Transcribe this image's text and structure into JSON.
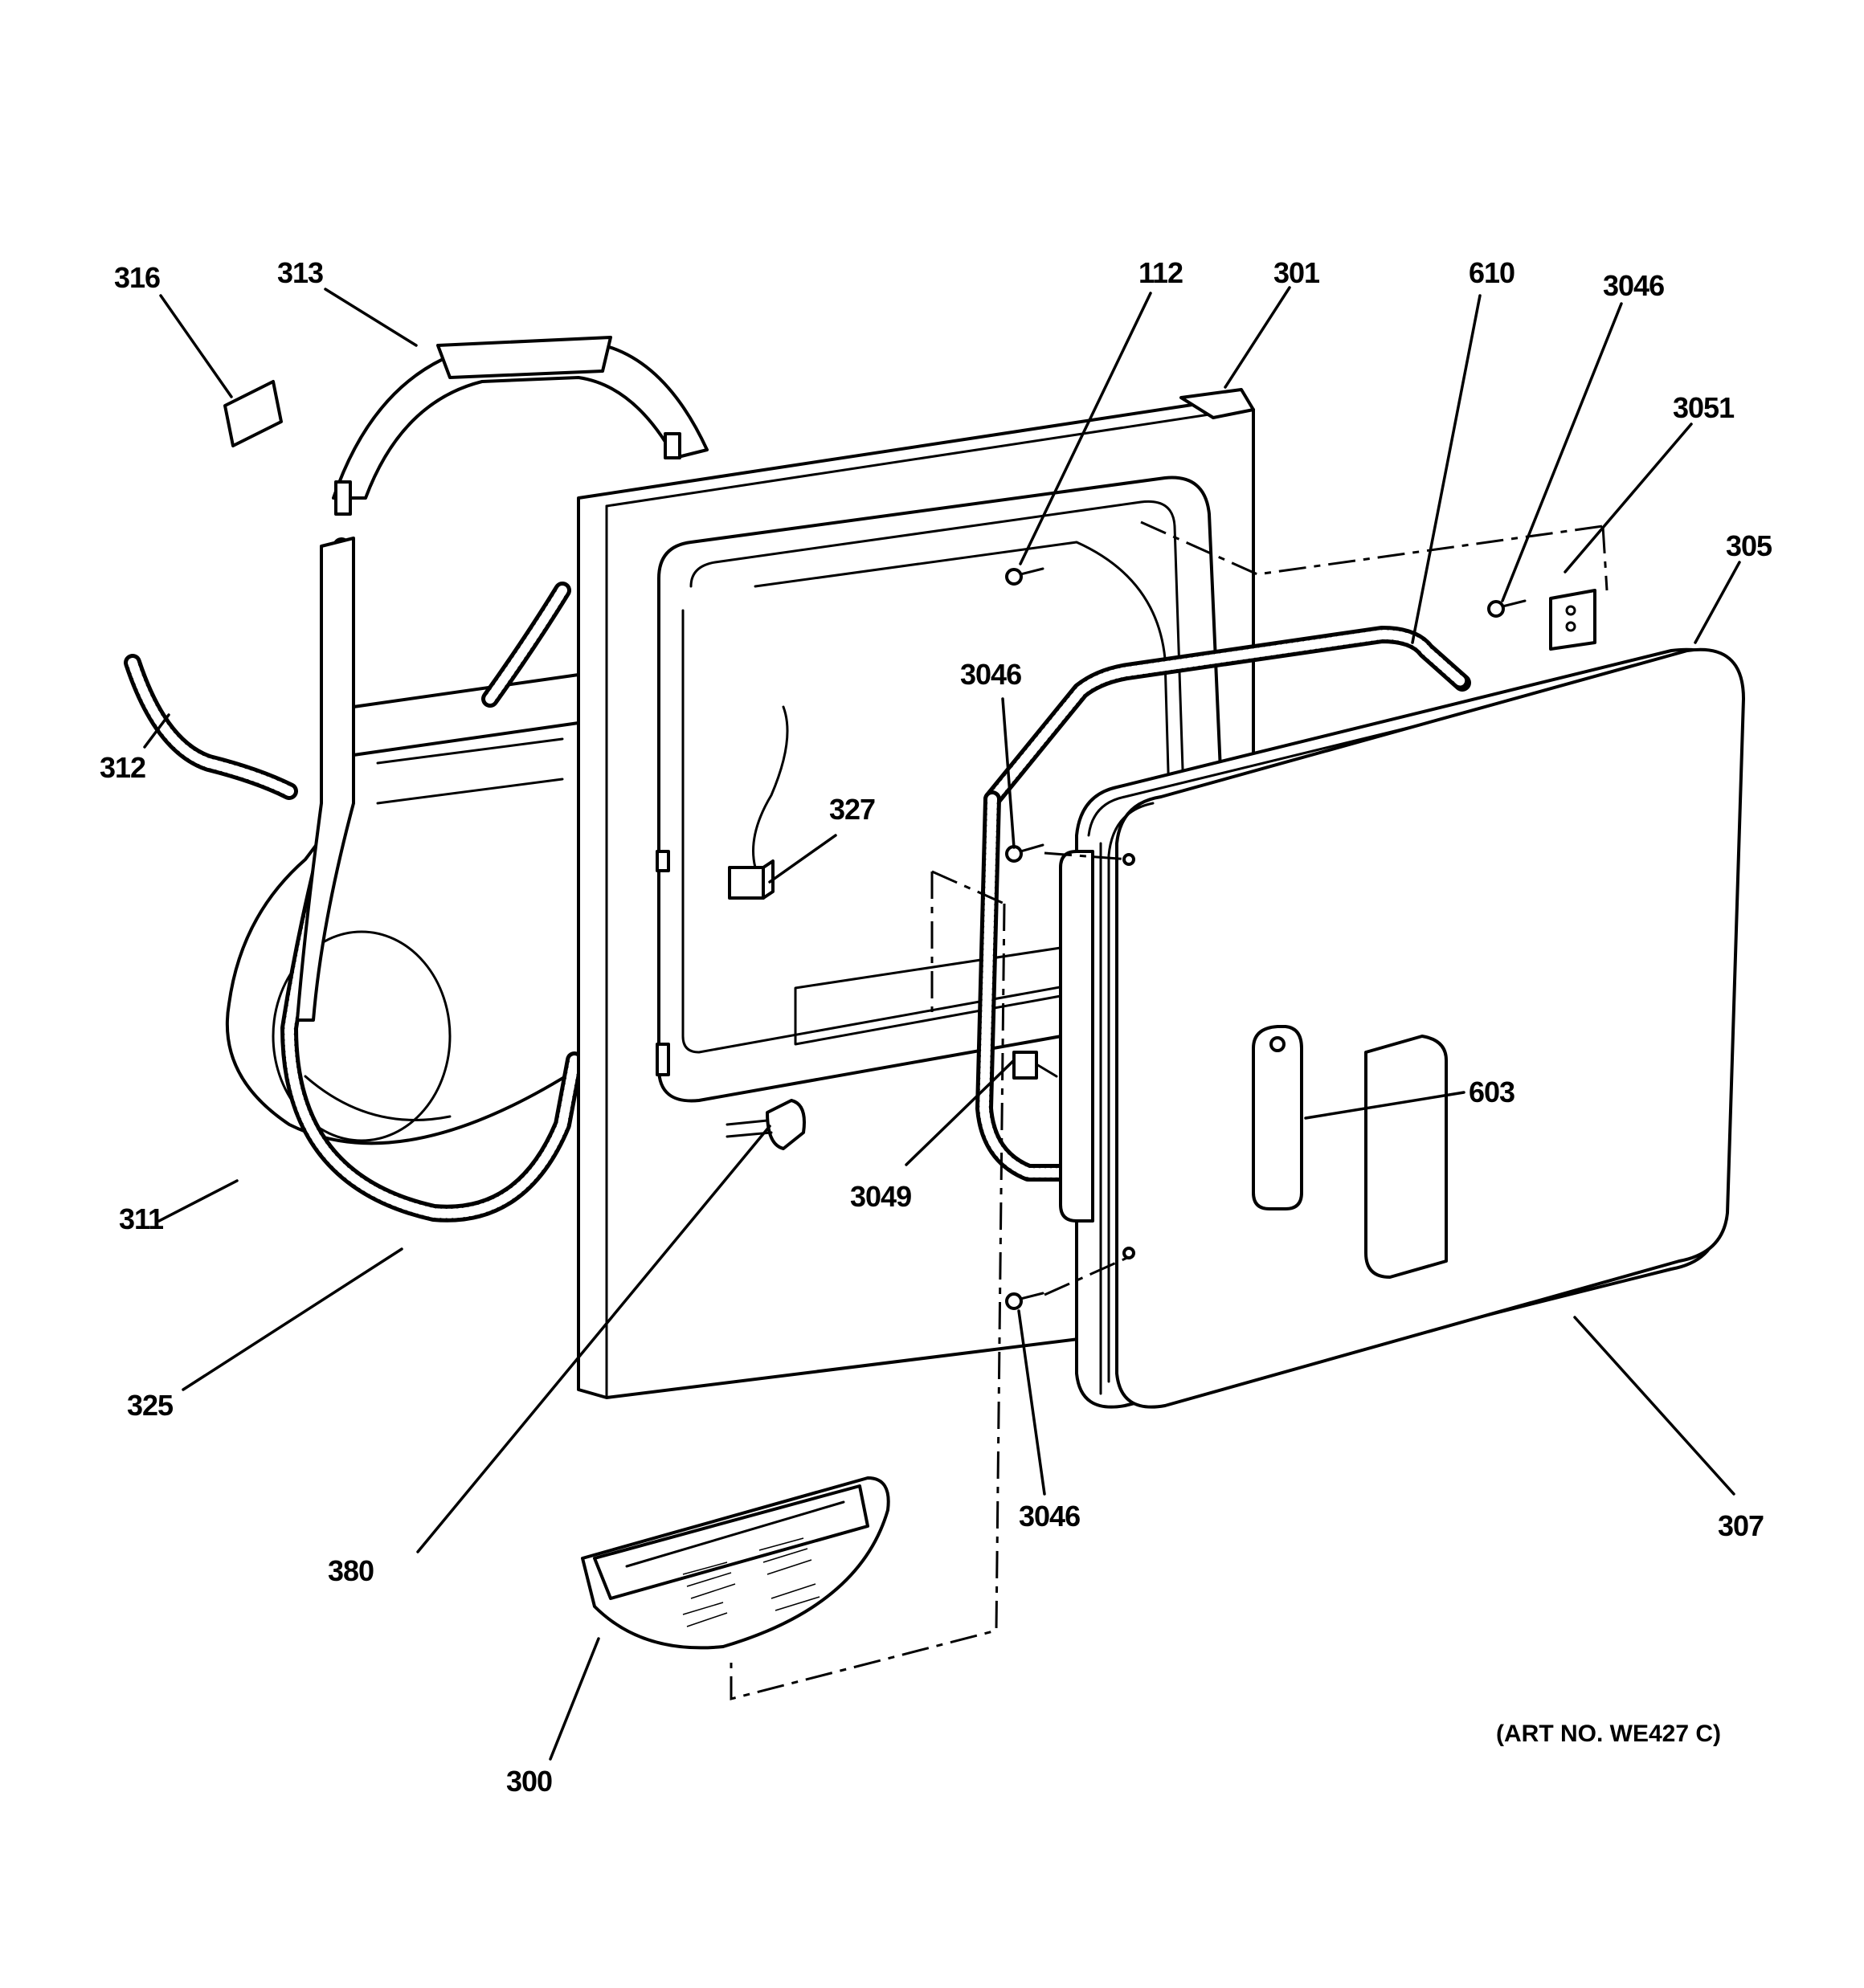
{
  "diagram": {
    "art_number": "(ART NO. WE427 C)",
    "callouts": {
      "p316": "316",
      "p313": "313",
      "p312": "312",
      "p311": "311",
      "p325": "325",
      "p380": "380",
      "p300": "300",
      "p112": "112",
      "p301": "301",
      "p610": "610",
      "p3046_top": "3046",
      "p3051": "3051",
      "p305": "305",
      "p3046_mid": "3046",
      "p327": "327",
      "p3049": "3049",
      "p603": "603",
      "p3046_bottom": "3046",
      "p307": "307"
    }
  }
}
